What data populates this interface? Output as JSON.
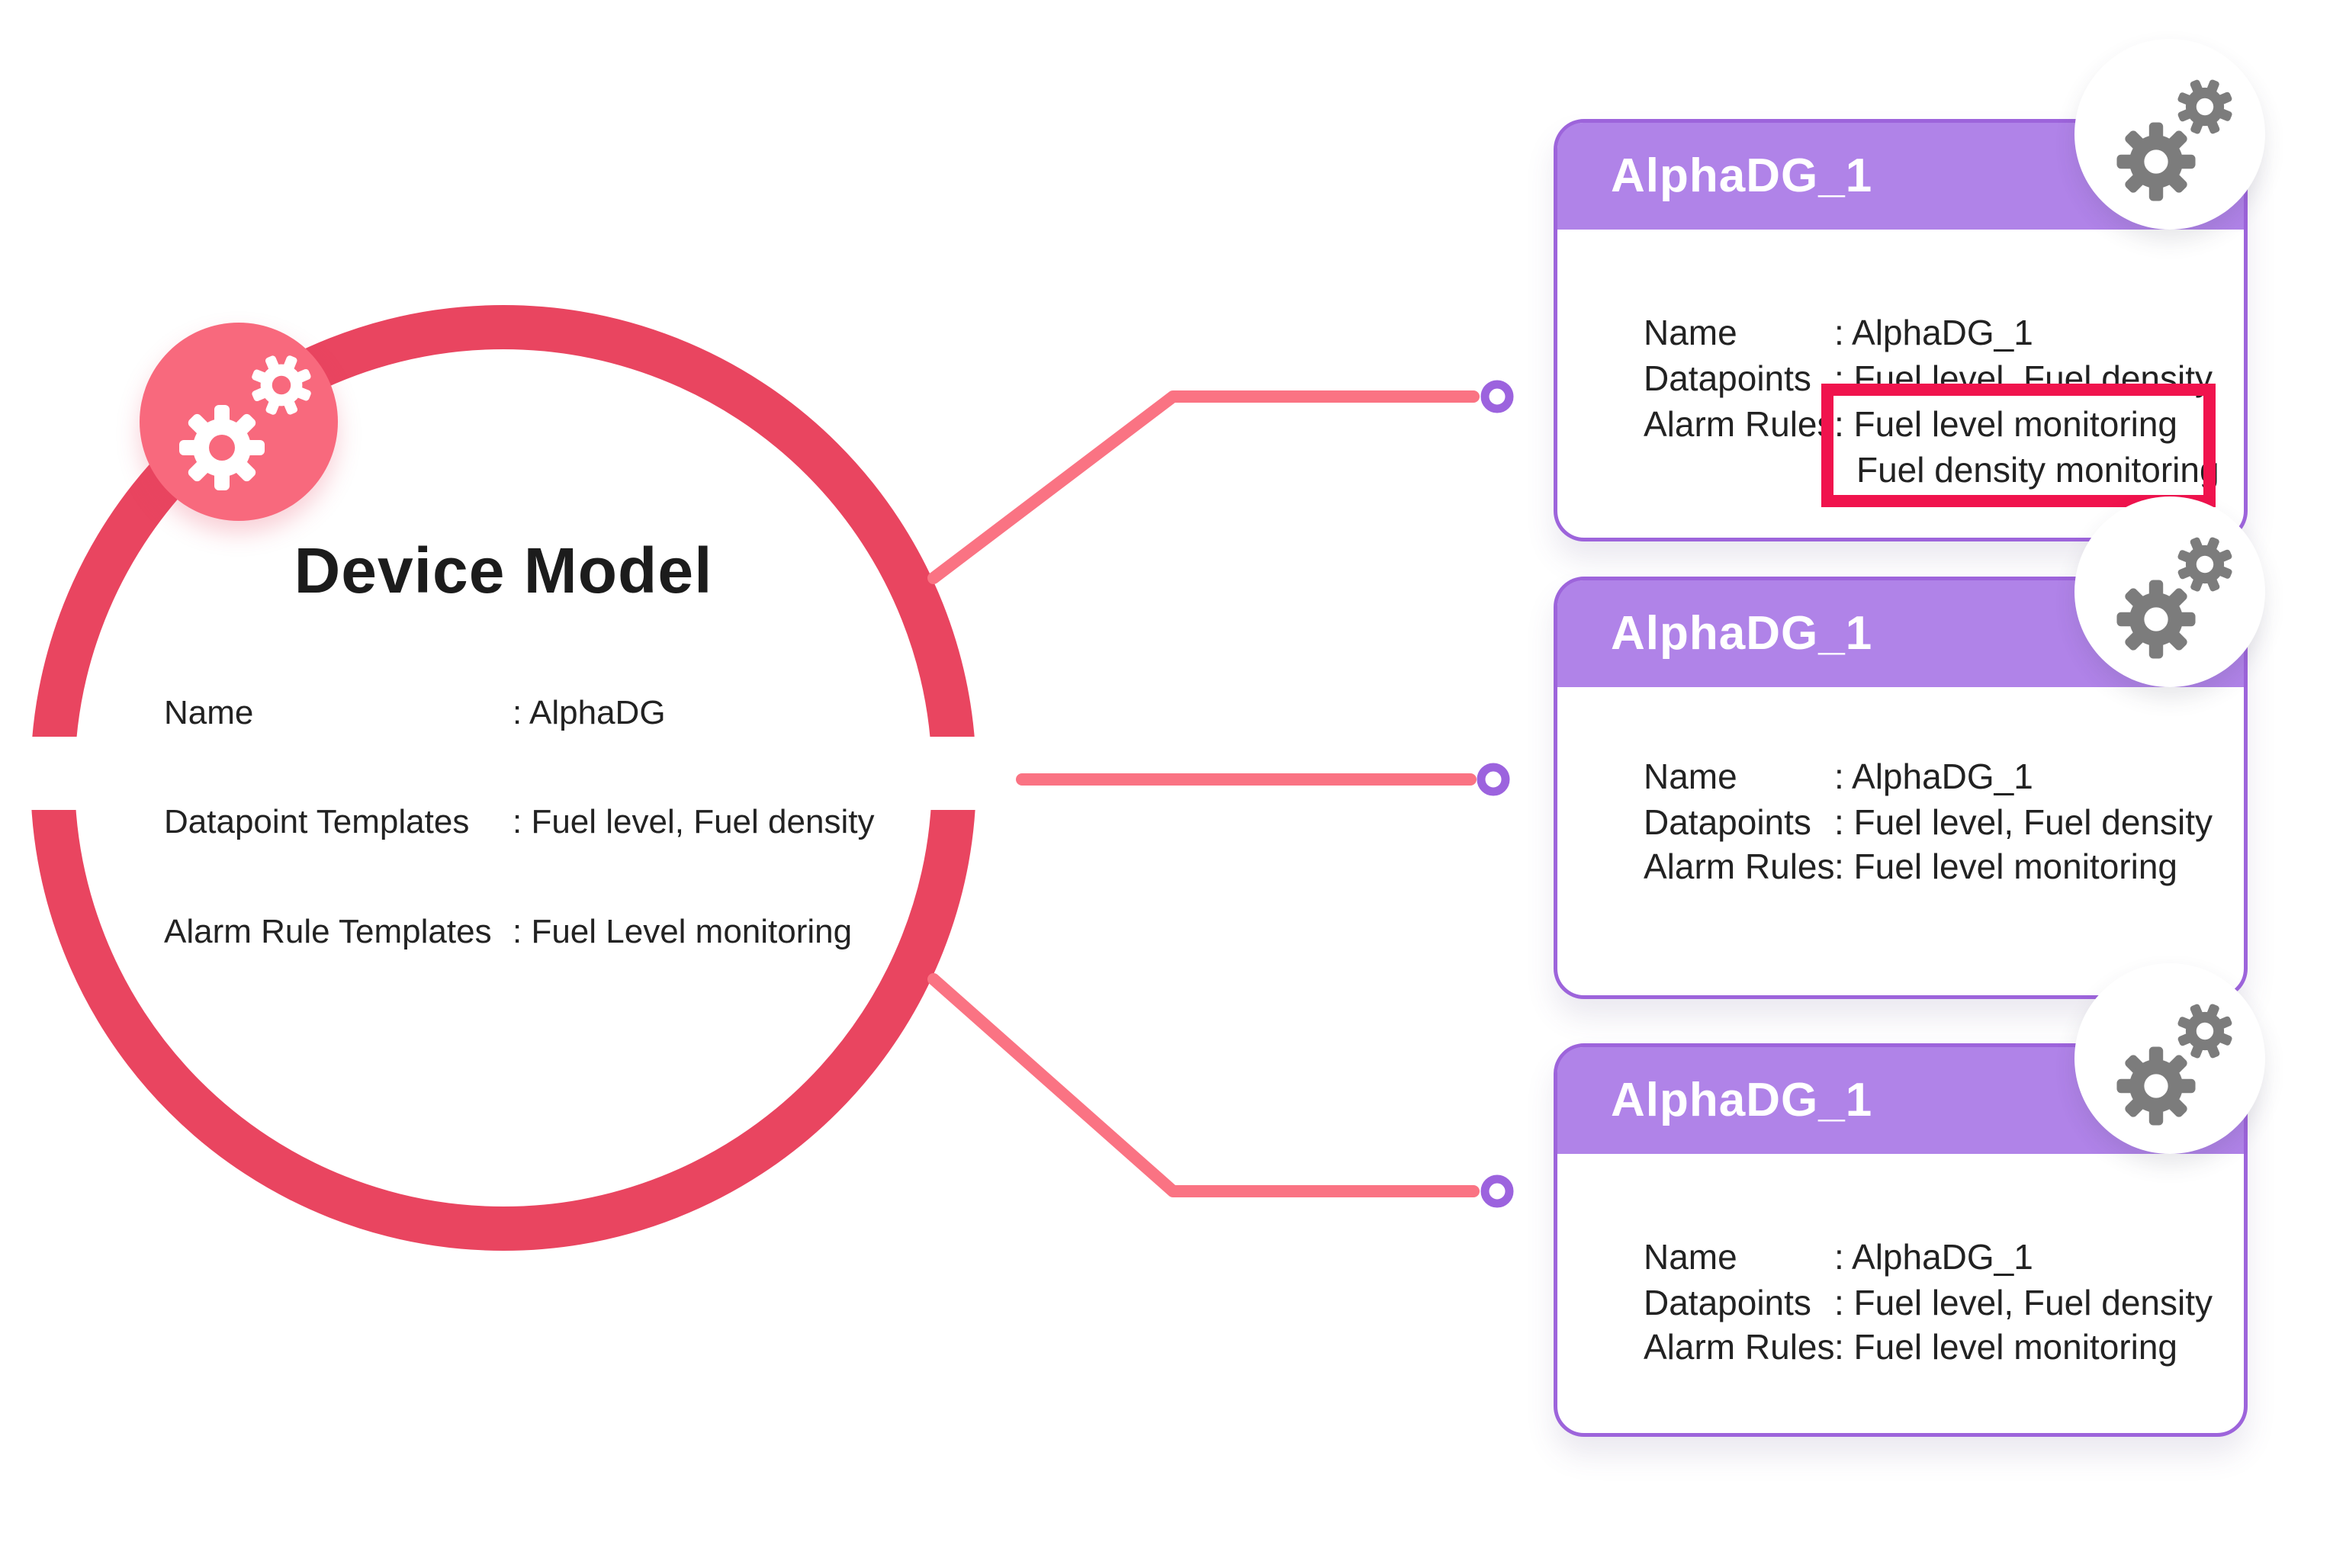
{
  "model": {
    "title": "Device Model",
    "rows": [
      {
        "label": "Name",
        "value": ": AlphaDG"
      },
      {
        "label": "Datapoint Templates",
        "value": ": Fuel level, Fuel density"
      },
      {
        "label": "Alarm Rule Templates",
        "value": ": Fuel Level monitoring"
      }
    ]
  },
  "devices": [
    {
      "title": "AlphaDG_1",
      "rows": [
        {
          "label": "Name",
          "value": ": AlphaDG_1"
        },
        {
          "label": "Datapoints",
          "value": ": Fuel level, Fuel density"
        },
        {
          "label": "Alarm Rules",
          "value": ": Fuel level monitoring",
          "value2": "Fuel density monitoring",
          "highlighted": true
        }
      ]
    },
    {
      "title": "AlphaDG_1",
      "rows": [
        {
          "label": "Name",
          "value": ": AlphaDG_1"
        },
        {
          "label": "Datapoints",
          "value": ": Fuel level, Fuel density"
        },
        {
          "label": "Alarm Rules",
          "value": ": Fuel level monitoring"
        }
      ]
    },
    {
      "title": "AlphaDG_1",
      "rows": [
        {
          "label": "Name",
          "value": ": AlphaDG_1"
        },
        {
          "label": "Datapoints",
          "value": ": Fuel level, Fuel density"
        },
        {
          "label": "Alarm Rules",
          "value": ": Fuel level monitoring"
        }
      ]
    }
  ],
  "icons": {
    "model_badge": "gears-icon",
    "card_badge": "gears-icon",
    "connector_end": "ring-dot"
  },
  "colors": {
    "ring": "#E94560",
    "badge": "#F8697D",
    "link": "#FA7383",
    "dot": "#9C63DE",
    "header": "#B083E8",
    "border": "#9D64DB",
    "highlight": "#F0134D",
    "gear": "#7C7C7C",
    "text": "#222222",
    "title": "#1C1C1C"
  }
}
